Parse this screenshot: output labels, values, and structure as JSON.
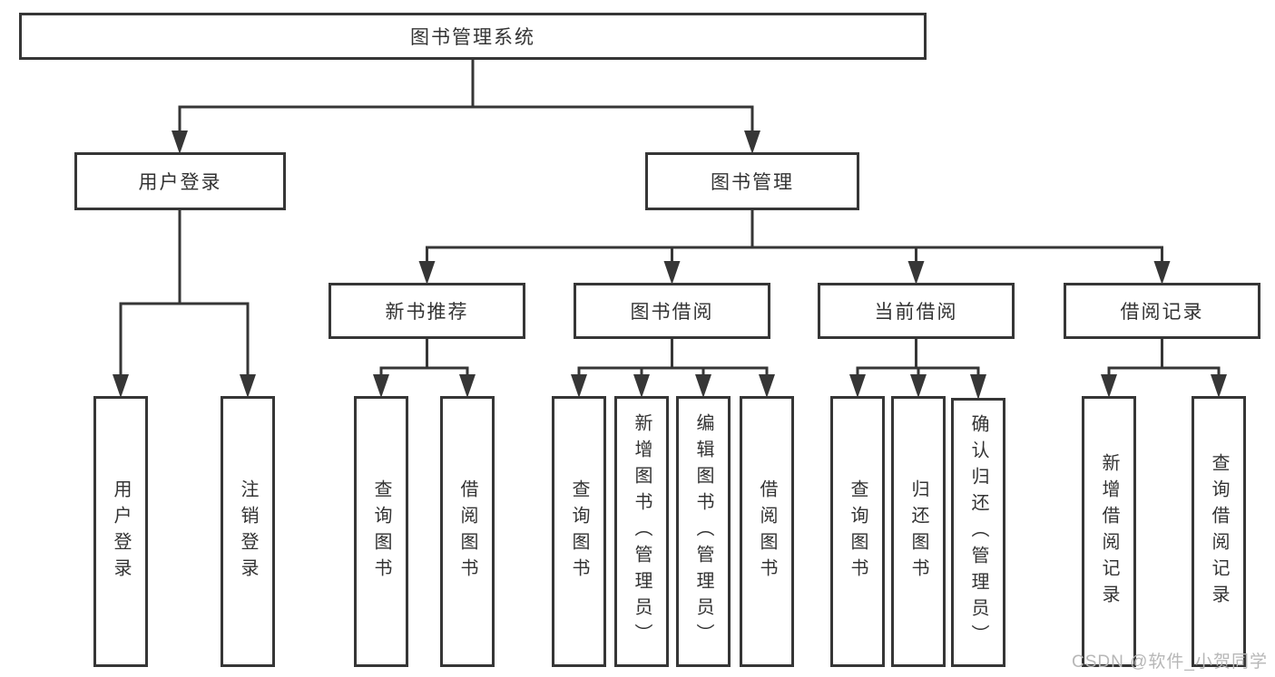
{
  "title": "图书管理系统",
  "level1": {
    "user": "用户登录",
    "books": "图书管理"
  },
  "level2": {
    "recommend": "新书推荐",
    "borrow": "图书借阅",
    "current": "当前借阅",
    "records": "借阅记录"
  },
  "leaves": {
    "user": [
      "用户登录",
      "注销登录"
    ],
    "recommend": [
      "查询图书",
      "借阅图书"
    ],
    "borrow": [
      "查询图书",
      "新增图书（管理员）",
      "编辑图书（管理员）",
      "借阅图书"
    ],
    "current": [
      "查询图书",
      "归还图书",
      "确认归还（管理员）"
    ],
    "records": [
      "新增借阅记录",
      "查询借阅记录"
    ]
  },
  "watermark": "CSDN @软件_小贺同学",
  "colors": {
    "line": "#363636",
    "text": "#333333",
    "watermark": "#b7b7b7",
    "background": "#ffffff"
  }
}
